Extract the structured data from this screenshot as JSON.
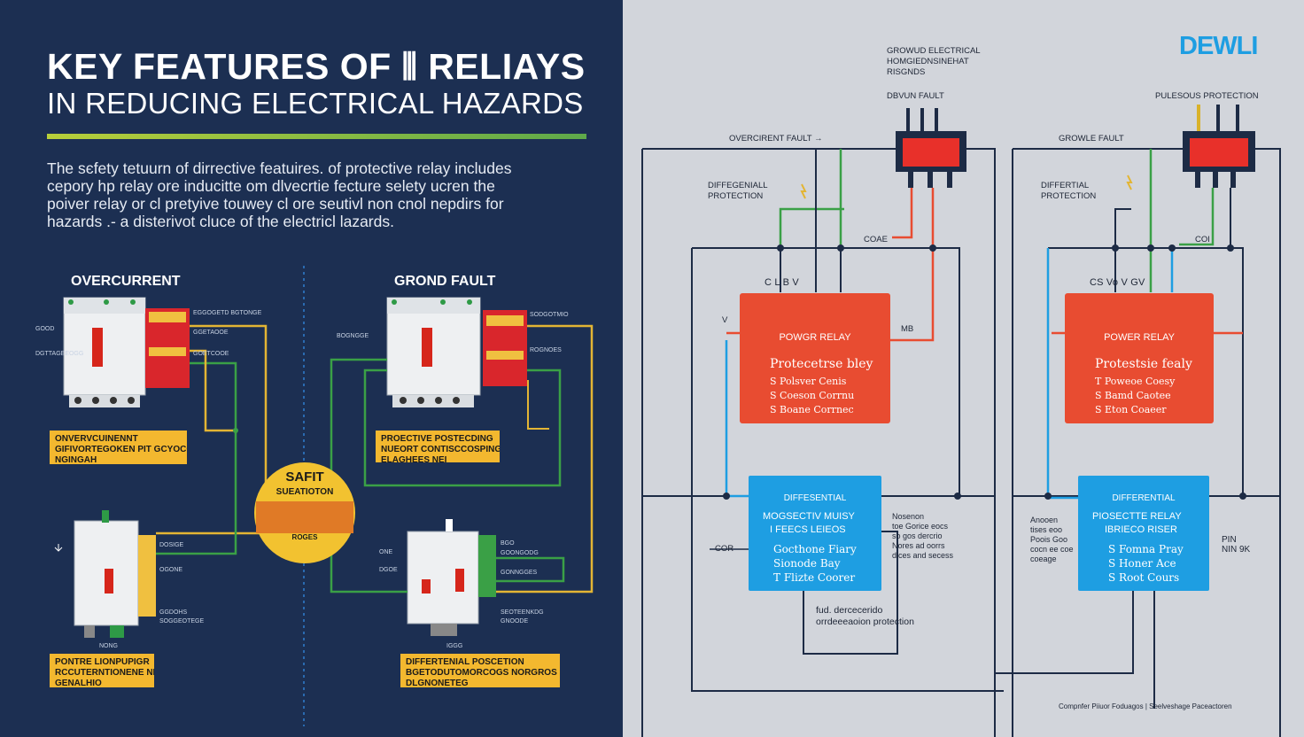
{
  "left": {
    "title_line1": "KEY FEATURES OF ⫴ RELIAYS",
    "title_line2": "IN REDUCING ELECTRICAL HAZARDS",
    "intro": [
      "The sєfety tetuurn  of dirrective featuires.  of  protective relay  includes",
      "cepory hp relay ore inducitte om dlvecrtie fecture selety ucren  the",
      "poiver relay or cl pretyive touwey cl ore seutivl non cnol nepdirs for",
      "hazards .- a disterivot cluce of the electricl lazards."
    ],
    "overcurrent": {
      "title": "OVERCURRENT",
      "box": [
        "ONVERVCUINENNT",
        "GIFIVORTEGOKEN PIT GCYOCOSON",
        "NGINGAH"
      ]
    },
    "groundfault": {
      "title": "GROND FAULT",
      "box": [
        "PROECTIVE POSTECDING",
        "NUEORT CONTISCCOSPING",
        "ELAGHEES NEI"
      ]
    },
    "power": {
      "box": [
        "PONTRE LIONPUPIGR",
        "RCCUTERNTIONENE NNNUI",
        "GENALHIO"
      ]
    },
    "differential": {
      "box": [
        "DIFFERTENIAL POSCETION",
        "BGETODUTOMORCOGS NORGROS",
        "DLGNONETEG"
      ]
    },
    "badge": {
      "line1": "SAFIT",
      "line2": "SUEATIOTON",
      "line3": "ROGES"
    },
    "tiny_labels": [
      "EGGOGETD BGTONGE",
      "GGETAOOE",
      "GOOD",
      "DGTTAGEEOGG",
      "GOETCOOE",
      "SODGOTMIO",
      "ROGNOES",
      "BOGNGGE",
      "BGO",
      "GONNGGES",
      "SEOTEENKDG",
      "GNOODE",
      "GOONGODG",
      "IGGG",
      "ONE",
      "DGOE",
      "DOSIGE",
      "OGONE",
      "GGDOHS",
      "SOGGEOTEGE",
      "NONG"
    ]
  },
  "right": {
    "logo": "DEWLI",
    "top_label": [
      "GROWUD ELECTRICAL",
      "HOMGIEDNSINEHAT",
      "RISGNDS"
    ],
    "dbu_fault": "DBVUN FAULT",
    "overcurrent_fault": "OVERCIRENT FAULT →",
    "groule_fault": "GROWLE FAULT",
    "pulesous": "PULESOUS  PROTECTION",
    "diff1": [
      "DIFFEGENIALL",
      "PROTECTION"
    ],
    "diff2": [
      "DIFFERTIAL",
      "PROTECTION"
    ],
    "coae": "COAE",
    "coi": "COI",
    "relay1": {
      "terms": "C      L      B      V",
      "head": "POWGR RELAY",
      "sub": "Protecetrse bley",
      "lines": [
        "S Polsver Cenis",
        "S Coeson Corrnu",
        "S Boane Corrnec"
      ],
      "side": "MB",
      "v": "V"
    },
    "relay2": {
      "terms": "CS        Vo    V      GV",
      "head": "POWER RELAY",
      "sub": "Protestsie fealy",
      "lines": [
        "T Poweoe Coesy",
        "S Bamd Caotee",
        "S Eton Coaeer"
      ]
    },
    "diffbox1": {
      "head": "DIFFESENTIAL",
      "l1": "MOGSECTIV MUISY",
      "l2": "I FEECS LEIEOS",
      "l3": "Gocthone Fiary",
      "l4": "Sionode Bay",
      "l5": "T Flizte Coorer"
    },
    "diffbox2": {
      "head": "DIFFERENTIAL",
      "l1": "PIOSECTTE RELAY",
      "l2": "IBRIECO RISER",
      "l3": "S Fomna Pray",
      "l4": "S Honer Ace",
      "l5": "S Root Cours"
    },
    "mid_note1": [
      "Nosenon",
      "toe Gorice eocs",
      "so gos dercrio",
      "Nores ad oorrs",
      "dices and secess"
    ],
    "mid_note2": [
      "Anooen",
      "tises eoo",
      "Poois Goo",
      "cocn ee coe",
      "coeage"
    ],
    "bottom_note": [
      "fud. dercecerido",
      "orrdeeeaoion protection"
    ],
    "pin": [
      "PIN",
      "NIN  9K"
    ],
    "cor": "COR",
    "footer": "Compnfer  Piiuor Foduagos | Seelveshage Paceactoren"
  },
  "colors": {
    "left_bg": "#1c2f52",
    "right_bg": "#d2d5db",
    "relay_red": "#e84c31",
    "diff_blue": "#1e9ee2",
    "label_yellow": "#f3b82f"
  }
}
